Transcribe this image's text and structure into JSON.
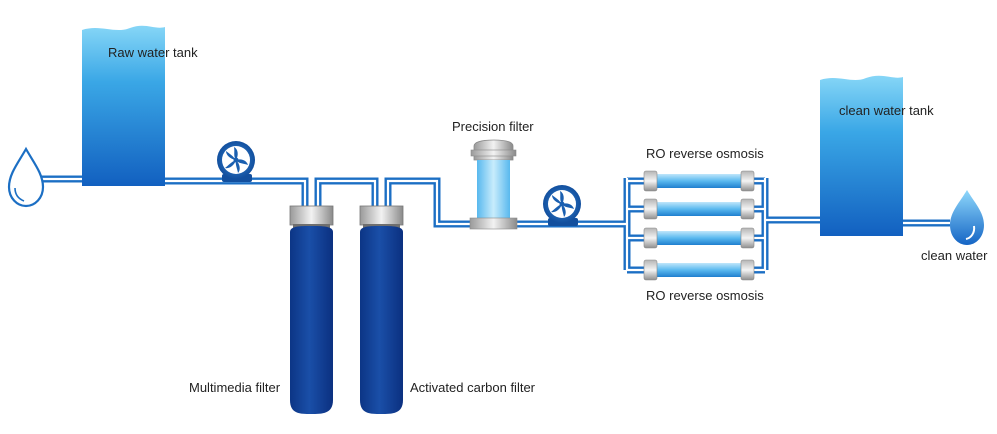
{
  "labels": {
    "raw_tank": "Raw water tank",
    "precision_filter": "Precision filter",
    "ro_top": "RO reverse osmosis",
    "ro_bottom": "RO reverse osmosis",
    "clean_tank": "clean water tank",
    "clean_water": "clean water",
    "multimedia_filter": "Multimedia filter",
    "carbon_filter": "Activated carbon filter"
  },
  "colors": {
    "pipe": "#1c6fc4",
    "tank_top": "#7fd0f5",
    "tank_bottom": "#1466c2",
    "vessel": "#0f3f91",
    "pump": "#1a5fb0"
  },
  "icons": [
    "water-drop-icon",
    "pump-icon",
    "clean-water-drop-icon"
  ]
}
